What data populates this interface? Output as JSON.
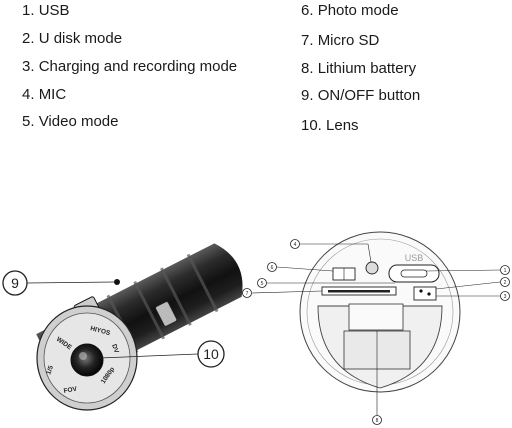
{
  "legend": {
    "left": [
      {
        "number": "1.",
        "text": "USB"
      },
      {
        "number": "2.",
        "text": "U disk mode"
      },
      {
        "number": "3.",
        "text": "Charging and recording mode"
      },
      {
        "number": "4.",
        "text": "MIC"
      },
      {
        "number": "5.",
        "text": "Video mode"
      }
    ],
    "right": [
      {
        "number": "6.",
        "text": "Photo mode"
      },
      {
        "number": "7.",
        "text": "Micro SD"
      },
      {
        "number": "8.",
        "text": "Lithium battery"
      },
      {
        "number": "9.",
        "text": "ON/OFF button"
      },
      {
        "number": "10.",
        "text": "Lens"
      }
    ]
  },
  "camera_callouts": {
    "power": "9",
    "lens": "10"
  },
  "lens_ring_labels": {
    "wide": "WIDE",
    "hi": "HIYOS",
    "dv": "DV",
    "res": "1080p",
    "fov": "FOV",
    "ratio": "1/5"
  },
  "rear_callouts": {
    "c1": "1",
    "c2": "2",
    "c3": "3",
    "c4": "4",
    "c5": "5",
    "c6": "6",
    "c7": "7",
    "c8": "8"
  },
  "usb_label": "USB"
}
